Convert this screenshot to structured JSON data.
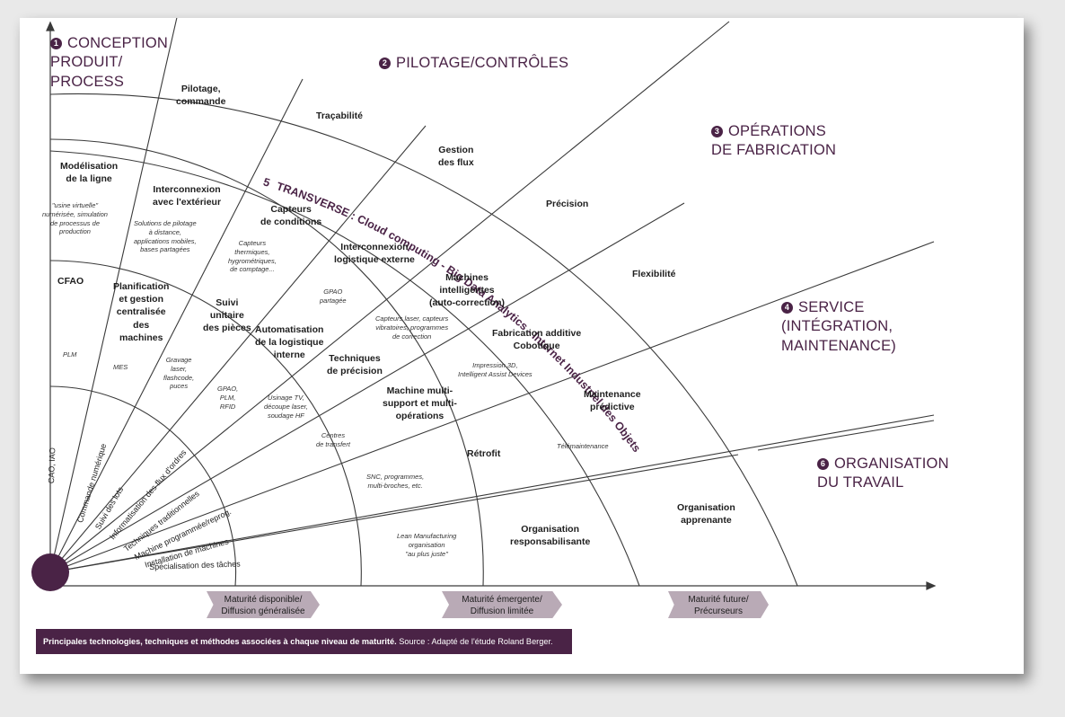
{
  "sections": {
    "s1": {
      "num": "1",
      "line1": "CONCEPTION",
      "line2": "PRODUIT/",
      "line3": "PROCESS"
    },
    "s2": {
      "num": "2",
      "text": "PILOTAGE/CONTRÔLES"
    },
    "s3": {
      "num": "3",
      "line1": "OPÉRATIONS",
      "line2": "DE FABRICATION"
    },
    "s4": {
      "num": "4",
      "line1": "SERVICE",
      "line2": "(INTÉGRATION,",
      "line3": "MAINTENANCE)"
    },
    "s5": {
      "num": "5",
      "text": "TRANSVERSE : Cloud computing - Big Data Analytics - Internet Industriel des Objets"
    },
    "s6": {
      "num": "6",
      "line1": "ORGANISATION",
      "line2": "DU TRAVAIL"
    }
  },
  "outer_band": {
    "pilotage_l1": "Pilotage,",
    "pilotage_l2": "commande",
    "tracabilite": "Traçabilité",
    "gestion_l1": "Gestion",
    "gestion_l2": "des flux",
    "precision": "Précision",
    "flexibilite": "Flexibilité"
  },
  "future": {
    "modelisation_l1": "Modélisation",
    "modelisation_l2": "de la ligne",
    "usine_l1": "\"usine virtuelle\"",
    "usine_l2": "numérisée, simulation",
    "usine_l3": "de processus de",
    "usine_l4": "production",
    "interconnexion_l1": "Interconnexion",
    "interconnexion_l2": "avec l'extérieur",
    "solutions_l1": "Solutions de pilotage",
    "solutions_l2": "à distance,",
    "solutions_l3": "applications mobiles,",
    "solutions_l4": "bases partagées",
    "capteurs_l1": "Capteurs",
    "capteurs_l2": "de conditions",
    "capteurs_d1": "Capteurs",
    "capteurs_d2": "thermiques,",
    "capteurs_d3": "hygrométriques,",
    "capteurs_d4": "de comptage...",
    "interlog_l1": "Interconnexion",
    "interlog_l2": "logistique externe",
    "gpao_partagee_l1": "GPAO",
    "gpao_partagee_l2": "partagée",
    "machines_l1": "Machines",
    "machines_l2": "intelligentes",
    "machines_l3": "(auto-correction)",
    "machines_d1": "Capteurs laser, capteurs",
    "machines_d2": "vibratoires, programmes",
    "machines_d3": "de correction",
    "fabrication_l1": "Fabrication additive",
    "fabrication_l2": "Cobotique",
    "impression_l1": "Impression 3D,",
    "impression_l2": "Intelligent Assist Devices",
    "maintenance_l1": "Maintenance",
    "maintenance_l2": "prédictive",
    "telemaintenance": "Télémaintenance",
    "organisation_app_l1": "Organisation",
    "organisation_app_l2": "apprenante"
  },
  "emergent": {
    "cfao": "CFAO",
    "plm": "PLM",
    "planification_l1": "Planification",
    "planification_l2": "et gestion",
    "planification_l3": "centralisée",
    "planification_l4": "des",
    "planification_l5": "machines",
    "mes": "MES",
    "suivi_l1": "Suivi",
    "suivi_l2": "unitaire",
    "suivi_l3": "des pièces",
    "gravage_l1": "Gravage",
    "gravage_l2": "laser,",
    "gravage_l3": "flashcode,",
    "gravage_l4": "puces",
    "gpao_plm_l1": "GPAO,",
    "gpao_plm_l2": "PLM,",
    "gpao_plm_l3": "RFID",
    "automatisation_l1": "Automatisation",
    "automatisation_l2": "de la logistique",
    "automatisation_l3": "interne",
    "usinage_l1": "Usinage TV,",
    "usinage_l2": "découpe laser,",
    "usinage_l3": "soudage HF",
    "techniques_l1": "Techniques",
    "techniques_l2": "de précision",
    "centres_l1": "Centres",
    "centres_l2": "de transfert",
    "multi_l1": "Machine multi-",
    "multi_l2": "support et multi-",
    "multi_l3": "opérations",
    "retrofit": "Rétrofit",
    "snc_l1": "SNC, programmes,",
    "snc_l2": "multi-broches, etc.",
    "lean_l1": "Lean Manufacturing",
    "lean_l2": "organisation",
    "lean_l3": "\"au plus juste\"",
    "organisation_resp_l1": "Organisation",
    "organisation_resp_l2": "responsabilisante"
  },
  "available": {
    "cao": "CAO, IAO",
    "commande": "Commande numérique",
    "suivi_lots": "Suivi des lots",
    "informatisation": "Informatisation des flux d'ordres",
    "techniques_trad": "Techniques traditionnelles",
    "machine_prog": "Machine programmée/reprog.",
    "installation": "Installation de machines",
    "specialisation": "Spécialisation des tâches"
  },
  "maturity": {
    "m1_l1": "Maturité disponible/",
    "m1_l2": "Diffusion généralisée",
    "m2_l1": "Maturité émergente/",
    "m2_l2": "Diffusion limitée",
    "m3_l1": "Maturité future/",
    "m3_l2": "Précurseurs"
  },
  "caption": {
    "bold": "Principales technologies, techniques et méthodes associées à chaque niveau de maturité.",
    "source": " Source : Adapté de l'étude Roland Berger."
  },
  "colors": {
    "accent": "#4a2346",
    "tag": "#b9aab6",
    "line": "#3a3a3a"
  }
}
